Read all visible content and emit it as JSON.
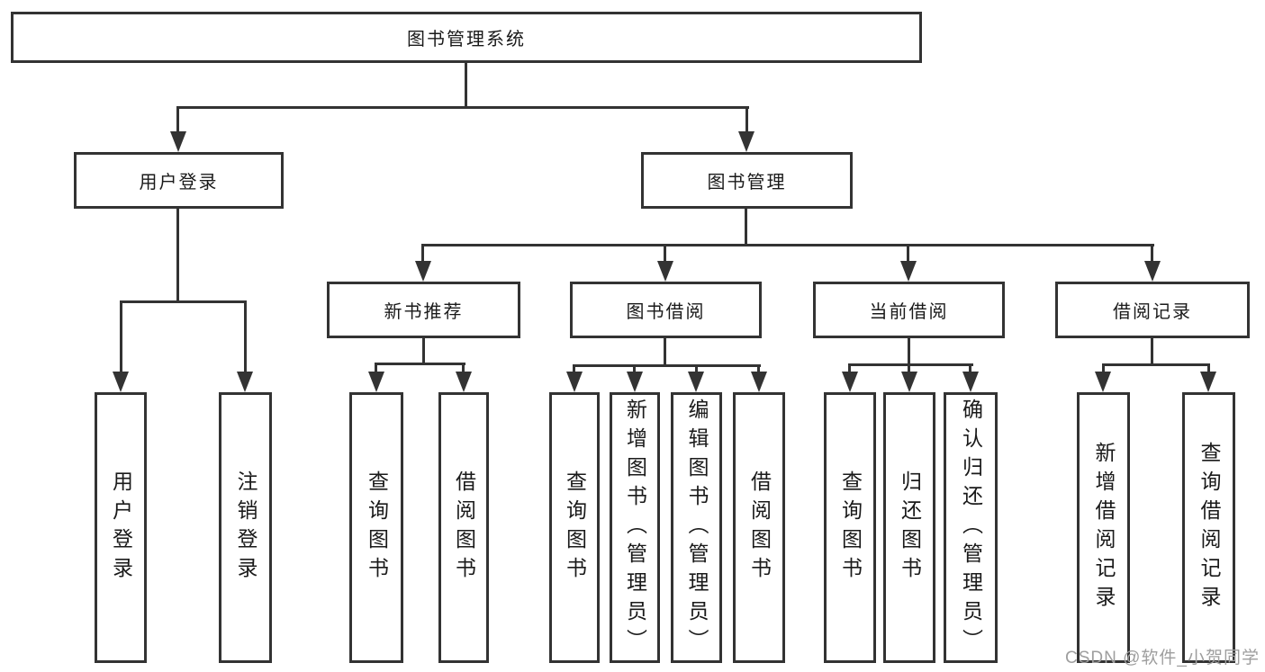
{
  "diagram": {
    "nodes": {
      "root": "图书管理系统",
      "user_login": "用户登录",
      "book_mgmt": "图书管理",
      "new_book": "新书推荐",
      "book_borrow": "图书借阅",
      "current_borrow": "当前借阅",
      "borrow_record": "借阅记录"
    },
    "leaves": {
      "user_login": [
        "用户登录",
        "注销登录"
      ],
      "new_book": [
        "查询图书",
        "借阅图书"
      ],
      "book_borrow": [
        "查询图书",
        "新增图书（管理员）",
        "编辑图书（管理员）",
        "借阅图书"
      ],
      "current_borrow": [
        "查询图书",
        "归还图书",
        "确认归还（管理员）"
      ],
      "borrow_record": [
        "新增借阅记录",
        "查询借阅记录"
      ]
    },
    "watermark": "CSDN @软件_小贺同学",
    "colors": {
      "line": "#333333",
      "text": "#1a1a1a",
      "watermark": "#9e9e9e",
      "background": "#ffffff"
    }
  }
}
